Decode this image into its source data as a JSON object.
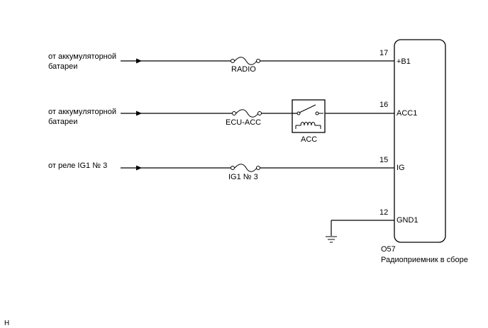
{
  "sources": [
    {
      "line1": "от аккумуляторной",
      "line2": "батареи"
    },
    {
      "line1": "от аккумуляторной",
      "line2": "батареи"
    },
    {
      "line1": "от реле IG1 № 3",
      "line2": ""
    }
  ],
  "fuses": [
    "RADIO",
    "ECU-ACC",
    "IG1 № 3"
  ],
  "relay": {
    "label": "ACC"
  },
  "pins": [
    {
      "number": "17",
      "name": "+B1"
    },
    {
      "number": "16",
      "name": "ACC1"
    },
    {
      "number": "15",
      "name": "IG"
    },
    {
      "number": "12",
      "name": "GND1"
    }
  ],
  "connector": {
    "code": "O57",
    "description": "Радиоприемник в сборе"
  },
  "corner_mark": "H"
}
